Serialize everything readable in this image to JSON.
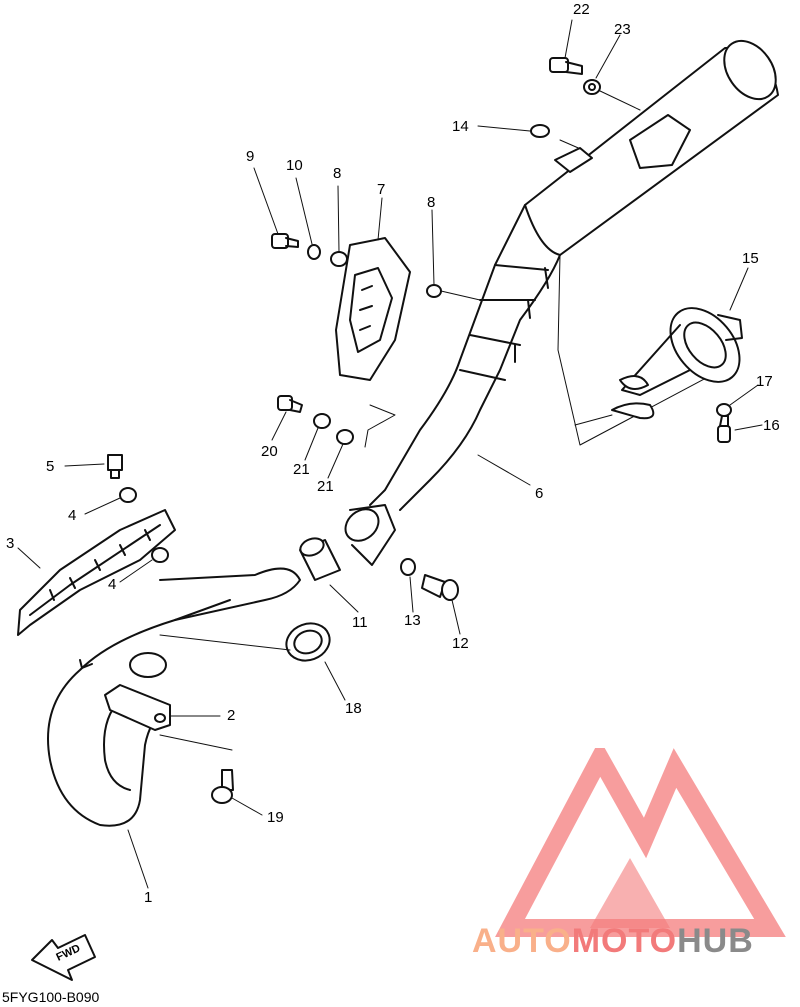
{
  "diagram": {
    "code": "5FYG100-B090",
    "fwd_label": "FWD",
    "callouts": [
      "22",
      "23",
      "14",
      "9",
      "10",
      "8",
      "7",
      "8",
      "15",
      "17",
      "16",
      "20",
      "21",
      "21",
      "6",
      "5",
      "4",
      "3",
      "4",
      "11",
      "13",
      "12",
      "18",
      "2",
      "19",
      "1"
    ]
  },
  "watermark": {
    "part1": "AUTO",
    "part2": "MOTO",
    "part3": "HUB",
    "colors": {
      "auto": "#f9b08a",
      "moto": "#f27a7a",
      "hub": "#8a8a8a",
      "logo": "#f47c7c"
    }
  }
}
